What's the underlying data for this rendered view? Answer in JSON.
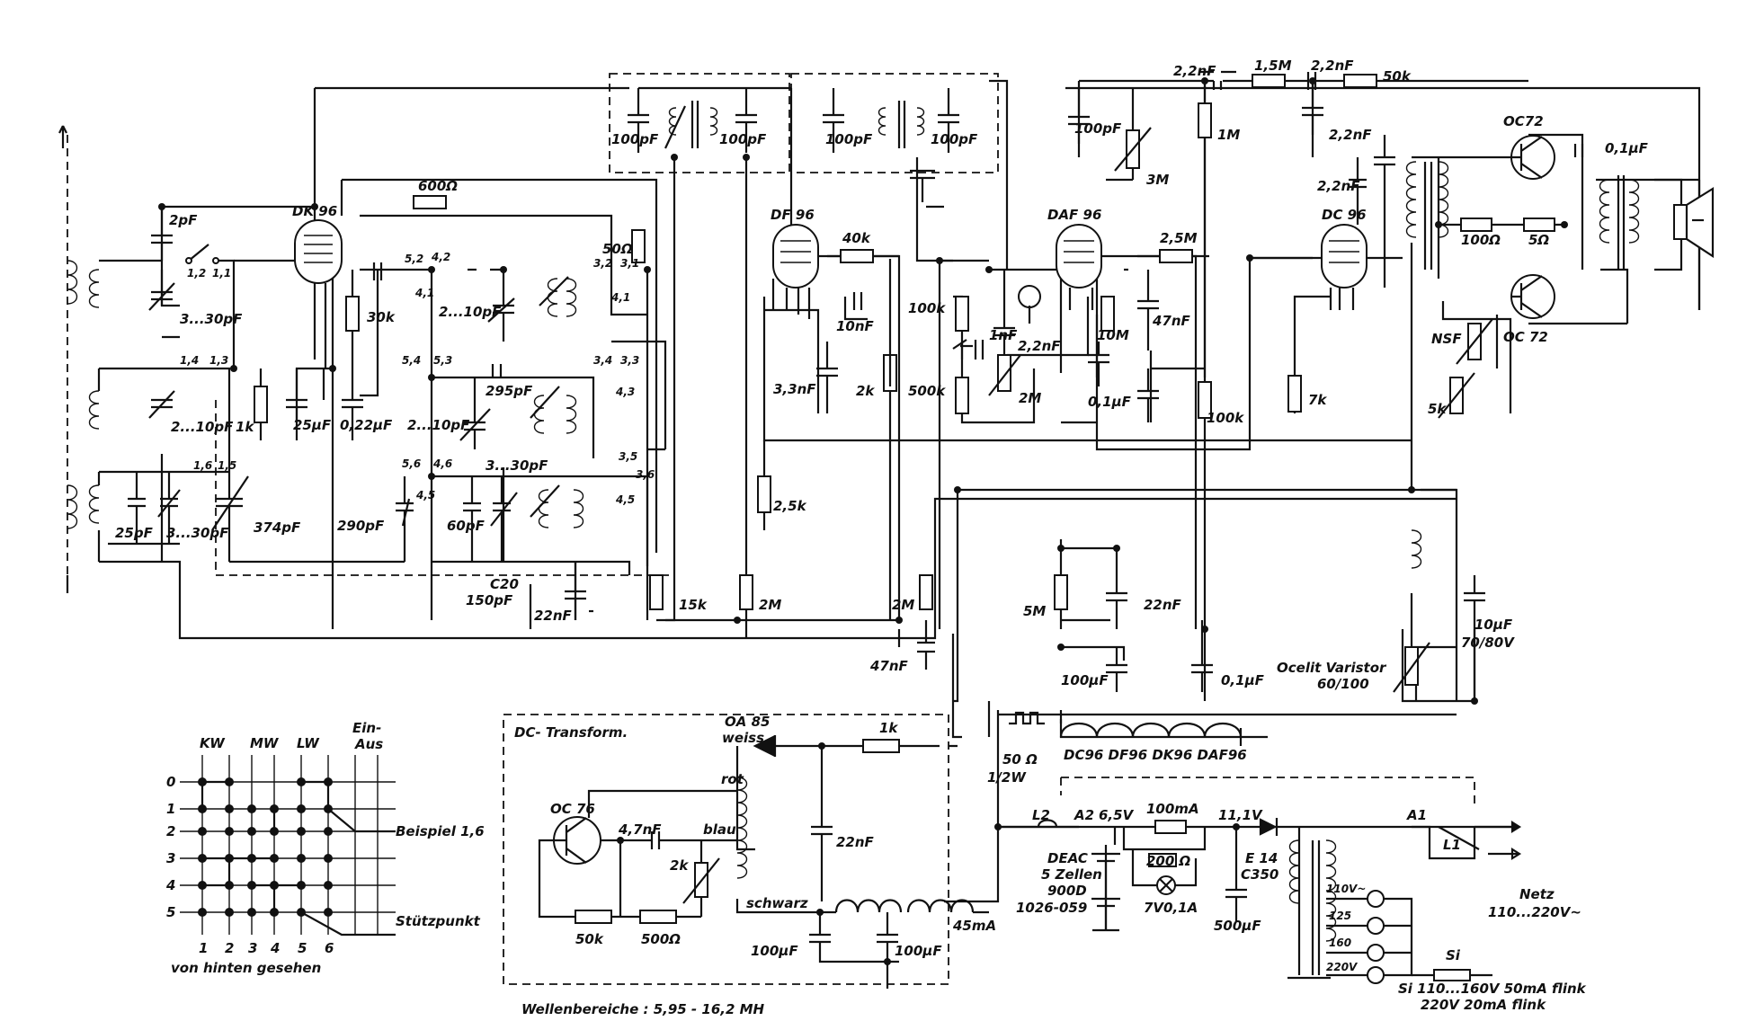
{
  "tubes": {
    "dk96": "DK 96",
    "df96": "DF 96",
    "daf96": "DAF 96",
    "dc96": "DC 96"
  },
  "transistors": {
    "oc72_top": "OC72",
    "oc72_bottom": "OC 72",
    "oc76": "OC 76"
  },
  "labels": {
    "c_2pf": "2pF",
    "c_3_30pf": "3...30pF",
    "c_2_10pf_a": "2...10pF",
    "c_2_10pf_b": "2...10pF",
    "c_2_10pf_c": "2...10pF",
    "c_25pf": "25pF",
    "c_3_30pf_b": "3...30pF",
    "c_374pf": "374pF",
    "r_1k": "1k",
    "c_25uf": "25µF",
    "c_022uf": "0,22µF",
    "r_30k": "30k",
    "r_600": "600Ω",
    "c_295pf": "295pF",
    "c_290pf": "290pF",
    "c_60pf": "60pF",
    "c_3_30pf_c": "3...30pF",
    "c20": "C20",
    "c20_val": "150pF",
    "c_22nf_a": "22nF",
    "r_50": "50Ω",
    "r_15k": "15k",
    "c_100pf_1": "100pF",
    "c_100pf_2": "100pF",
    "c_100pf_3": "100pF",
    "c_100pf_4": "100pF",
    "r_40k": "40k",
    "c_10nf": "10nF",
    "c_33nf": "3,3nF",
    "r_25k": "2,5k",
    "r_2m_a": "2M",
    "r_2k": "2k",
    "r_100k_a": "100k",
    "r_500k": "500k",
    "r_2m_b": "2M",
    "c_47nf_a": "47nF",
    "c_1nf": "1nF",
    "c_22nf_b": "2,2nF",
    "r_2m_c": "2M",
    "r_10m": "10M",
    "c_01uf_a": "0,1µF",
    "r_25m": "2,5M",
    "c_47nf_b": "47nF",
    "c_100pf_5": "100pF",
    "r_3m": "3M",
    "c_22nf_top": "2,2nF",
    "r_15m": "1,5M",
    "c_22nf_top2": "2,2nF",
    "r_50k_top": "50k",
    "r_1m": "1M",
    "c_22nf_c": "2,2nF",
    "c_22nf_d": "2,2nF",
    "r_100k_b": "100k",
    "r_7k": "7k",
    "r_100": "100Ω",
    "r_5": "5Ω",
    "c_01uf_b": "0,1µF",
    "nsf": "NSF",
    "r_5k": "5k",
    "r_5m": "5M",
    "c_22nf_e": "22nF",
    "c_100uf_a": "100µF",
    "c_01uf_c": "0,1µF",
    "c_10uf": "10µF",
    "c_10uf_v": "70/80V",
    "varistor": "Ocelit Varistor",
    "varistor_v": "60/100",
    "pin_12": "1,2",
    "pin_11": "1,1",
    "pin_14": "1,4",
    "pin_13": "1,3",
    "pin_16": "1,6",
    "pin_15": "1,5",
    "pin_52": "5,2",
    "pin_42": "4,2",
    "pin_41": "4,1",
    "pin_54": "5,4",
    "pin_53": "5,3",
    "pin_56": "5,6",
    "pin_46": "4,6",
    "pin_45": "4,5",
    "pin_323": "3,2",
    "pin_31": "3,1",
    "pin_41b": "4,1",
    "pin_34": "3,4",
    "pin_33": "3,3",
    "pin_43": "4,3",
    "pin_35": "3,5",
    "pin_36": "3,6",
    "pin_45b": "4,5"
  },
  "dc_transform": {
    "title": "DC- Transform.",
    "oa85": "OA 85",
    "weiss": "weiss",
    "rot": "rot",
    "blau": "blau",
    "schwarz": "schwarz",
    "r_1k": "1k",
    "c_47nf": "4,7nF",
    "c_22nf": "22nF",
    "r_2k": "2k",
    "r_50k": "50k",
    "r_500": "500Ω",
    "c_100uf_a": "100µF",
    "c_100uf_b": "100µF",
    "current": "45mA"
  },
  "supply": {
    "r_50": "50 Ω",
    "r_50_w": "1/2W",
    "filaments": "DC96  DF96  DK96  DAF96",
    "l2": "L2",
    "a2": "A2",
    "v65": "6,5V",
    "ma100": "100mA",
    "r_200": "200 Ω",
    "lamp": "7V0,1A",
    "v111": "11,1V",
    "e14": "E 14",
    "c350": "C350",
    "deac": "DEAC",
    "deac_cells": "5 Zellen",
    "deac_type": "900D",
    "deac_nr": "1026-059",
    "c_500uf": "500µF",
    "a1": "A1",
    "l1": "L1",
    "netz": "Netz",
    "netz_v": "110...220V~",
    "t110": "110V~",
    "t125": "125",
    "t160": "160",
    "t220": "220V",
    "si": "Si",
    "si_1": "Si 110...160V 50mA flink",
    "si_2": "220V 20mA flink"
  },
  "switch_grid": {
    "col_kw": "KW",
    "col_mw": "MW",
    "col_lw": "LW",
    "col_ein": "Ein-",
    "col_aus": "Aus",
    "rows": [
      "0",
      "1",
      "2",
      "3",
      "4",
      "5"
    ],
    "cols": [
      "1",
      "2",
      "3",
      "4",
      "5",
      "6"
    ],
    "beispiel": "Beispiel 1,6",
    "stuetzpunkt": "Stützpunkt",
    "caption": "von hinten gesehen"
  },
  "footer": {
    "wellenbereiche": "Wellenbereiche :   5,95 - 16,2 MH"
  }
}
